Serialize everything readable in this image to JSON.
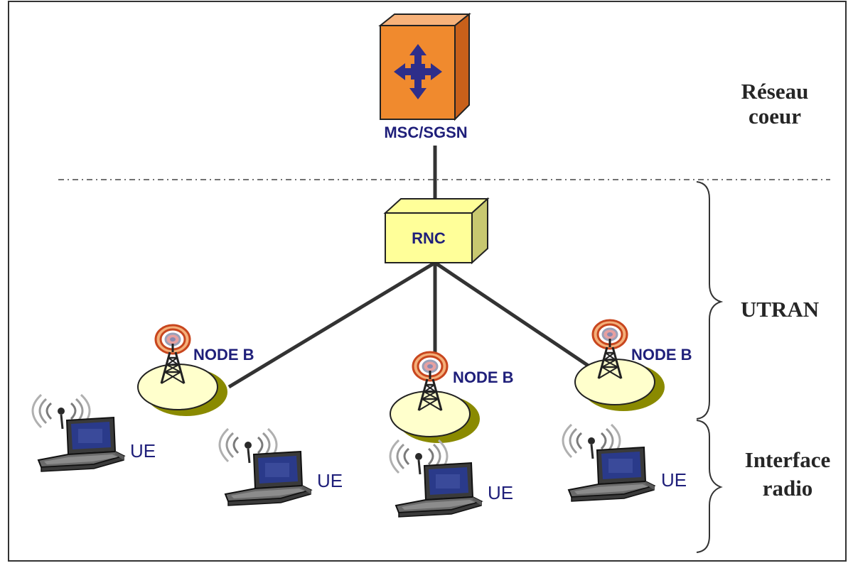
{
  "core": {
    "label": "MSC/SGSN",
    "icon": "switch-icon"
  },
  "rnc": {
    "label": "RNC"
  },
  "node_b": [
    {
      "label": "NODE B"
    },
    {
      "label": "NODE B"
    },
    {
      "label": "NODE B"
    }
  ],
  "ue": [
    {
      "label": "UE"
    },
    {
      "label": "UE"
    },
    {
      "label": "UE"
    },
    {
      "label": "UE"
    }
  ],
  "sections": {
    "core_line1": "Réseau",
    "core_line2": "coeur",
    "utran": "UTRAN",
    "radio_line1": "Interface",
    "radio_line2": "radio"
  },
  "colors": {
    "core_box": "#f08a2e",
    "core_arrows": "#2e2e8a",
    "rnc_box": "#ffff99",
    "cell_fill": "#ffffcc",
    "cell_shadow": "#8a8a00",
    "antenna_ring": "#e05a2a",
    "text": "#1f1f7a",
    "side_text": "#262626"
  }
}
